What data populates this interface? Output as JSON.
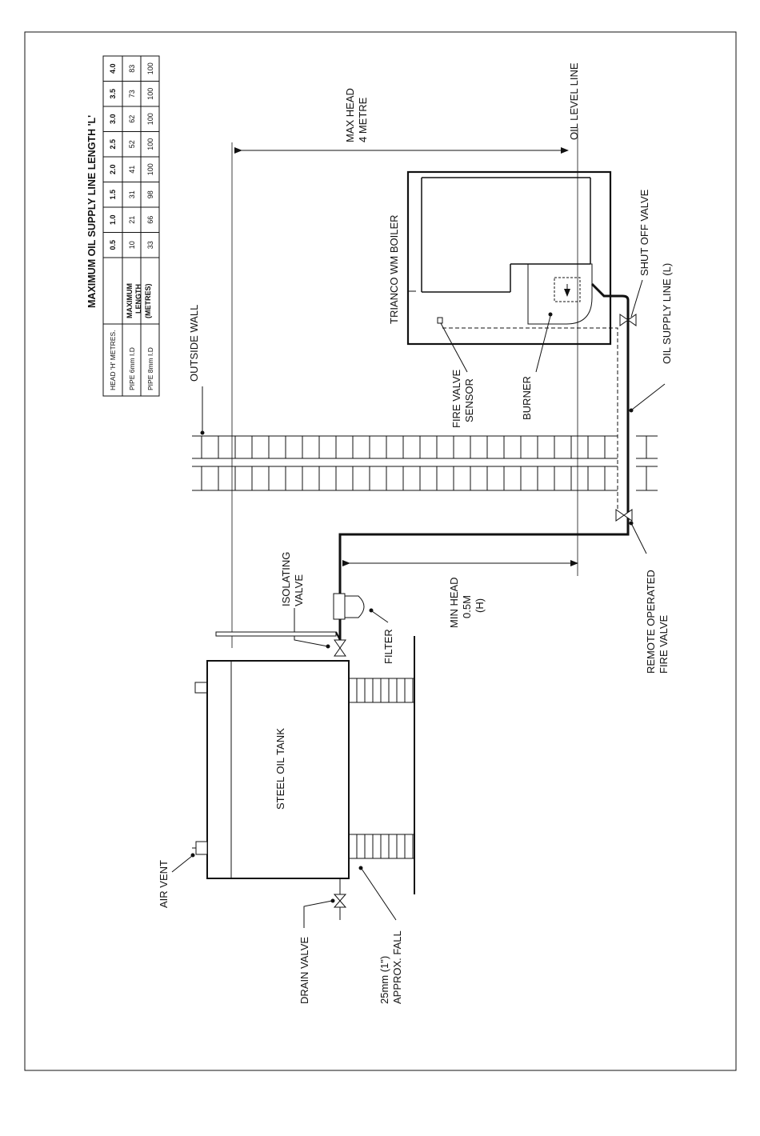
{
  "labels": {
    "table_title": "MAXIMUM OIL SUPPLY LINE LENGTH  'L'",
    "outside_wall": "OUTSIDE WALL",
    "max_head_1": "MAX HEAD",
    "max_head_2": "4 METRE",
    "oil_level_line": "OIL LEVEL LINE",
    "boiler": "TRIANCO WM BOILER",
    "fire_valve_sensor_1": "FIRE VALVE",
    "fire_valve_sensor_2": "SENSOR",
    "burner": "BURNER",
    "shut_off_valve": "SHUT OFF VALVE",
    "oil_supply_line": "OIL SUPPLY LINE (L)",
    "remote_fire_valve_1": "REMOTE OPERATED",
    "remote_fire_valve_2": "FIRE VALVE",
    "isolating_valve_1": "ISOLATING",
    "isolating_valve_2": "VALVE",
    "filter": "FILTER",
    "min_head_1": "MIN HEAD",
    "min_head_2": "0.5M",
    "min_head_3": "(H)",
    "steel_oil_tank": "STEEL OIL TANK",
    "air_vent": "AIR VENT",
    "drain_valve": "DRAIN VALVE",
    "fall_1": "25mm (1\")",
    "fall_2": "APPROX. FALL"
  },
  "table": {
    "head_label": "HEAD 'H' METRES.",
    "max_length_1": "MAXIMUM",
    "max_length_2": "LENGTH",
    "max_length_3": "(METRES)",
    "heads": [
      "0.5",
      "1.0",
      "1.5",
      "2.0",
      "2.5",
      "3.0",
      "3.5",
      "4.0"
    ],
    "rows": [
      {
        "pipe": "PIPE 6mm I.D",
        "values": [
          "10",
          "21",
          "31",
          "41",
          "52",
          "62",
          "73",
          "83"
        ]
      },
      {
        "pipe": "PIPE 8mm I.D",
        "values": [
          "33",
          "66",
          "98",
          "100",
          "100",
          "100",
          "100",
          "100"
        ]
      }
    ]
  }
}
